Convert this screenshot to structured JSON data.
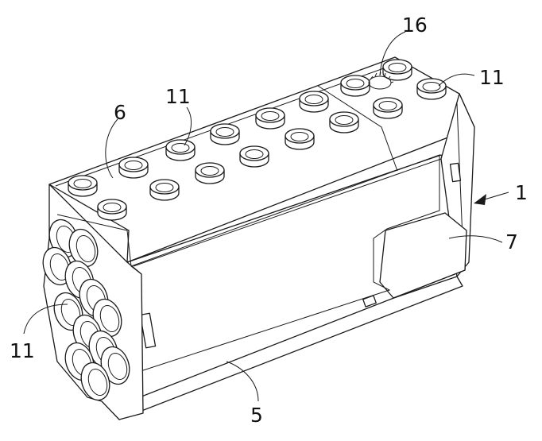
{
  "figure": {
    "labels": {
      "part_16": "16",
      "part_11_top_center": "11",
      "part_11_top_right": "11",
      "part_11_left": "11",
      "part_6": "6",
      "part_1": "1",
      "part_7": "7",
      "part_5": "5"
    }
  }
}
